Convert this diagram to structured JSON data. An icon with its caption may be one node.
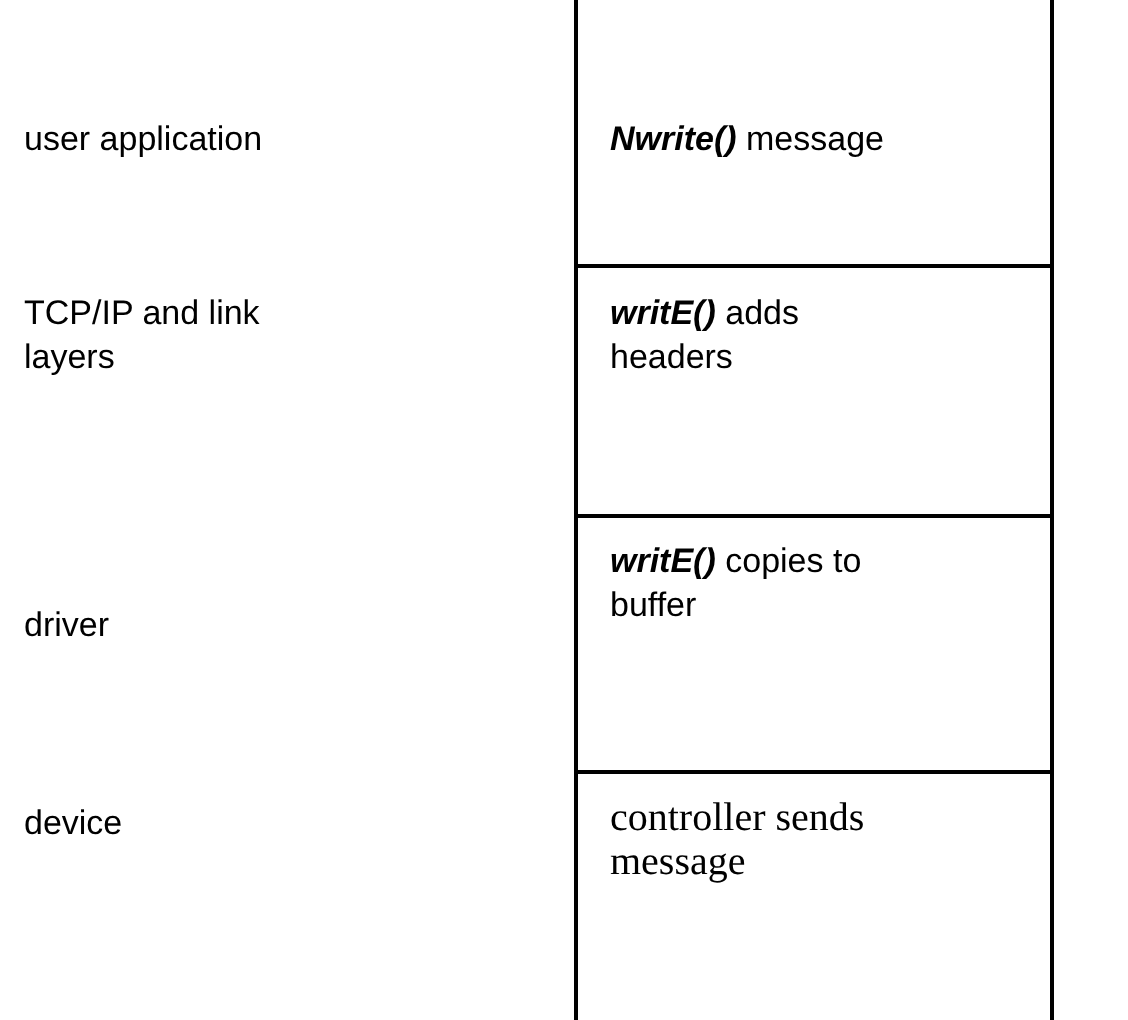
{
  "diagram": {
    "nodes": [
      {
        "text": [
          "**Nwrite()** message"
        ]
      },
      {
        "text": [
          "**writE()** adds headers"
        ]
      },
      {
        "text": [
          "**writE()** copies to buffer"
        ]
      },
      {
        "text": [
          "controller sends message"
        ]
      }
    ],
    "labels": [
      "user application",
      "TCP/IP and link layers",
      "driver",
      "device"
    ]
  }
}
